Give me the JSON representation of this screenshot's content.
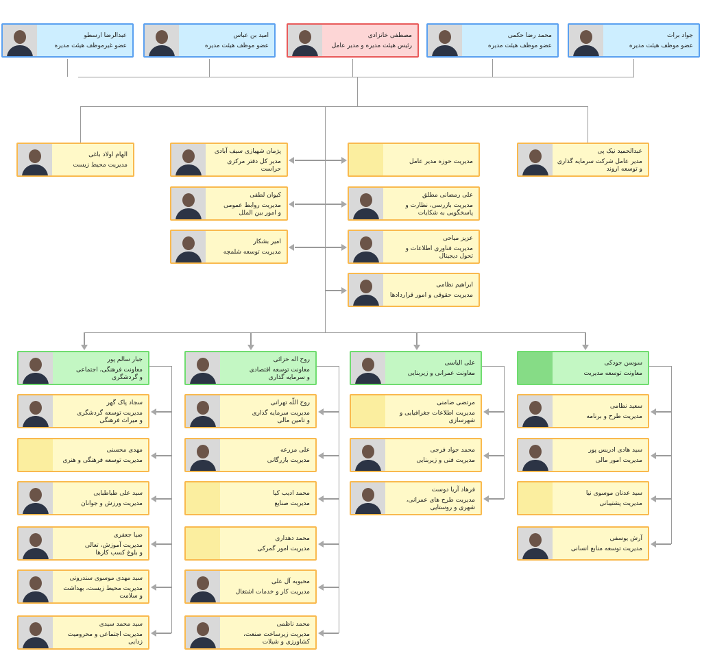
{
  "board": [
    {
      "name": "عبدالرضا ارسطو",
      "title": "عضو غیرموظف هیئت مدیره",
      "photo": true
    },
    {
      "name": "امید بن عباس",
      "title": "عضو موظف هیئت مدیره",
      "photo": true
    },
    {
      "name": "مصطفی خانزادی",
      "title": "رئیس هیئت مدیره و مدیر عامل",
      "photo": true
    },
    {
      "name": "محمد رضا حکمی",
      "title": "عضو موظف هیئت مدیره",
      "photo": true
    },
    {
      "name": "جواد برات",
      "title": "عضو موظف هیئت مدیره",
      "photo": true
    }
  ],
  "left_branch": {
    "name": "الهام اولاد باغی",
    "title": "مدیریت محیط زیست",
    "photo": true
  },
  "right_branch": {
    "name": "عبدالحمید نیک پی",
    "title": "مدیر عامل  شرکت سرمایه گذاری\nو توسعه اروند",
    "photo": true
  },
  "staff_left": [
    {
      "name": "پژمان شهبازی سیف آبادی",
      "title": "مدیر کل دفتر مرکزی حراست",
      "photo": true
    },
    {
      "name": "کیوان لطفی",
      "title": "مدیریت روابط عمومی\nو امور بین الملل",
      "photo": true
    },
    {
      "name": "امیر بشکار",
      "title": "مدیریت توسعه شلمچه",
      "photo": true
    }
  ],
  "staff_right": [
    {
      "name": "",
      "title": "مدیریت حوزه مدیر عامل",
      "photo": false
    },
    {
      "name": "علی رمضانی مطلق",
      "title": "مدیریت بازرسی، نظارت و\nپاسخگویی به شکایات",
      "photo": true
    },
    {
      "name": "عزیز میاحی",
      "title": "مدیریت فناوری اطلاعات و\nتحول دیجیتال",
      "photo": true
    },
    {
      "name": "ابراهیم نظامی",
      "title": "مدیریت حقوقی و امور قراردادها",
      "photo": true
    }
  ],
  "deputies": [
    {
      "head": {
        "name": "جبار سالم پور",
        "title": "معاونت فرهنگی، اجتماعی\nو گردشگری",
        "photo": true
      },
      "units": [
        {
          "name": "سجاد  پاک گهر",
          "title": "مدیریت توسعه گردشگری\nو میراث فرهنگی",
          "photo": true
        },
        {
          "name": "مهدی محسنی",
          "title": "مدیریت توسعه فرهنگی و هنری",
          "photo": false
        },
        {
          "name": "سید علی طباطبایی",
          "title": "مدیریت ورزش و جوانان",
          "photo": true
        },
        {
          "name": "ضیا جعفری",
          "title": "مدیریت آموزش، تعالی\nو بلوغ کسب کارها",
          "photo": true
        },
        {
          "name": "سید مهدی موسوی سندرونی",
          "title": "مدیریت محیط زیست، بهداشت\nو سلامت",
          "photo": true
        },
        {
          "name": "سید محمد سیدی",
          "title": "مدیریت اجتماعی و محرومیت\nزدایی",
          "photo": true
        }
      ]
    },
    {
      "head": {
        "name": "روح اله خزائی",
        "title": "معاونت توسعه اقتصادی\nو سرمایه گذاری",
        "photo": true
      },
      "units": [
        {
          "name": "روح اللّه تهرانی",
          "title": "مدیریت سرمایه گذاری\nو تامین مالی",
          "photo": true
        },
        {
          "name": "علی مزرعه",
          "title": "مدیریت بازرگانی",
          "photo": true
        },
        {
          "name": "محمد ادیب کیا",
          "title": "مدیریت صنایع",
          "photo": false
        },
        {
          "name": "محمد دهداری",
          "title": "مدیریت امور گمرکی",
          "photo": false
        },
        {
          "name": "محبوبه آل علی",
          "title": "مدیریت کار و خدمات اشتغال",
          "photo": true
        },
        {
          "name": "محمد ناظمی",
          "title": "مدیریت زیرساخت صنعت،\nکشاورزی و شیلات",
          "photo": true
        }
      ]
    },
    {
      "head": {
        "name": "علی الیاسی",
        "title": "معاونت عمرانی و زیربنایی",
        "photo": true
      },
      "units": [
        {
          "name": "مرتضی ضامنی",
          "title": "مدیریت اطلاعات جغرافیایی و\nشهرسازی",
          "photo": false
        },
        {
          "name": "محمد جواد فرجی",
          "title": "مدیریت فنی و زیربنایی",
          "photo": true
        },
        {
          "name": "فرهاد آریا دوست",
          "title": "مدیریت  طرح های عمرانی،\nشهری و روستایی",
          "photo": true
        }
      ]
    },
    {
      "head": {
        "name": "سوسن جودکی",
        "title": "معاونت توسعه مدیریت",
        "photo": false
      },
      "units": [
        {
          "name": "سعید نظامی",
          "title": "مدیریت طرح و برنامه",
          "photo": true
        },
        {
          "name": "سید هادی ادریس پور",
          "title": "مدیریت امور مالی",
          "photo": true
        },
        {
          "name": "سید عدنان موسوی نیا",
          "title": "مدیریت پشتیبانی",
          "photo": false
        },
        {
          "name": "آرش یوسفی",
          "title": "مدیریت توسعه منابع انسانی",
          "photo": true
        }
      ]
    }
  ]
}
